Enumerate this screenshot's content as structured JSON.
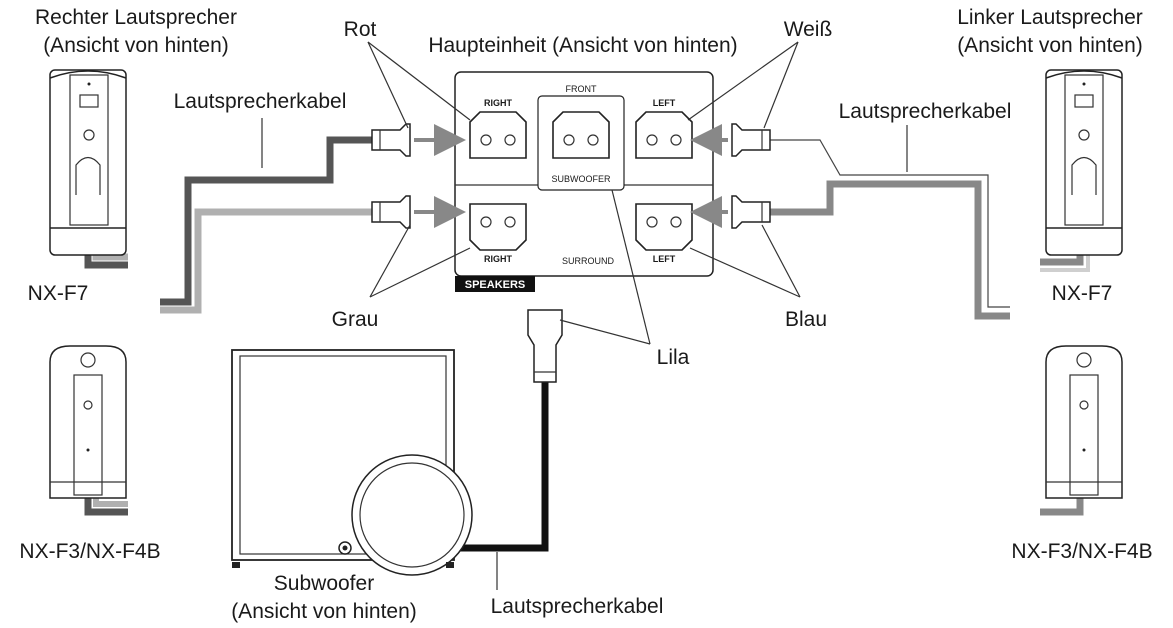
{
  "labels": {
    "right_speaker_title": "Rechter Lautsprecher",
    "right_speaker_view": "(Ansicht von hinten)",
    "left_speaker_title": "Linker Lautsprecher",
    "left_speaker_view": "(Ansicht von hinten)",
    "main_unit": "Haupteinheit (Ansicht von hinten)",
    "red": "Rot",
    "white": "Weiß",
    "gray": "Grau",
    "blue": "Blau",
    "purple": "Lila",
    "speaker_cable_left": "Lautsprecherkabel",
    "speaker_cable_right": "Lautsprecherkabel",
    "speaker_cable_bottom": "Lautsprecherkabel",
    "nx_f7_right": "NX-F7",
    "nx_f7_left": "NX-F7",
    "nx_f3_right": "NX-F3/NX-F4B",
    "nx_f3_left": "NX-F3/NX-F4B",
    "subwoofer": "Subwoofer",
    "subwoofer_view": "(Ansicht von hinten)"
  },
  "panel": {
    "front": "FRONT",
    "subwoofer": "SUBWOOFER",
    "surround": "SURROUND",
    "speakers": "SPEAKERS",
    "right_top": "RIGHT",
    "left_top": "LEFT",
    "right_bottom": "RIGHT",
    "left_bottom": "LEFT"
  },
  "colors": {
    "cable_dark": "#555555",
    "cable_light": "#b0b0b0",
    "cable_mid": "#888888",
    "cable_black": "#111111",
    "arrow": "#888888"
  }
}
